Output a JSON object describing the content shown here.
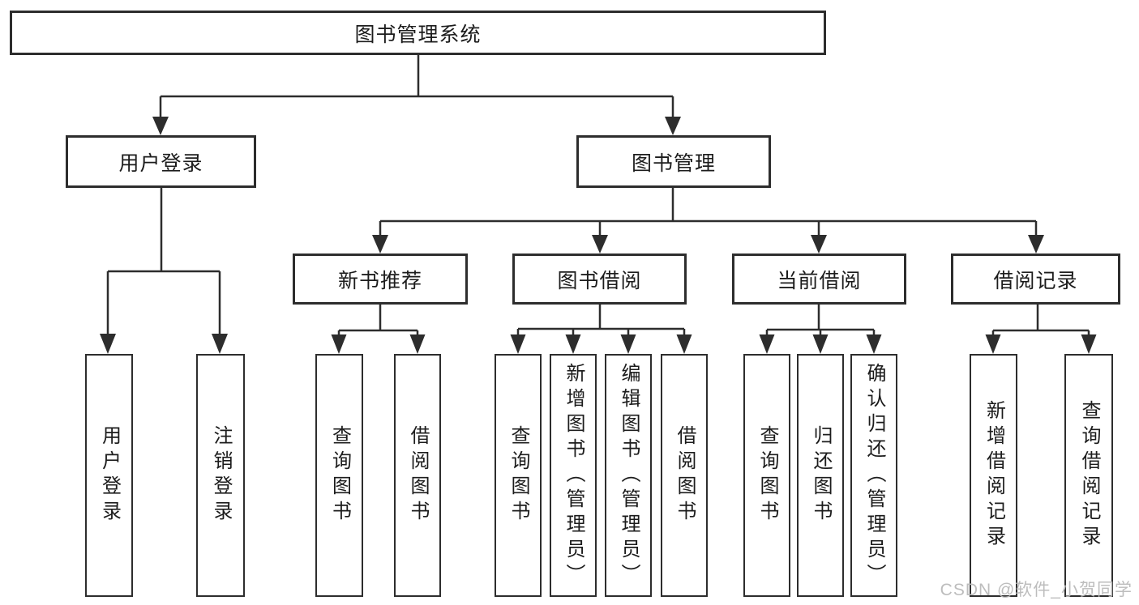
{
  "tree": {
    "root": "图书管理系统",
    "branches": [
      {
        "label": "用户登录",
        "leaves": [
          "用户登录",
          "注销登录"
        ]
      },
      {
        "label": "图书管理",
        "groups": [
          {
            "label": "新书推荐",
            "leaves": [
              "查询图书",
              "借阅图书"
            ]
          },
          {
            "label": "图书借阅",
            "leaves": [
              "查询图书",
              "新增图书（管理员）",
              "编辑图书（管理员）",
              "借阅图书"
            ]
          },
          {
            "label": "当前借阅",
            "leaves": [
              "查询图书",
              "归还图书",
              "确认归还（管理员）"
            ]
          },
          {
            "label": "借阅记录",
            "leaves": [
              "新增借阅记录",
              "查询借阅记录"
            ]
          }
        ]
      }
    ]
  },
  "watermark": {
    "text": "CSDN @软件_小贺同学"
  },
  "colors": {
    "line": "#2d2d2d",
    "text": "#1c1c1c",
    "watermark": "#b9b9b9",
    "background": "#ffffff"
  }
}
